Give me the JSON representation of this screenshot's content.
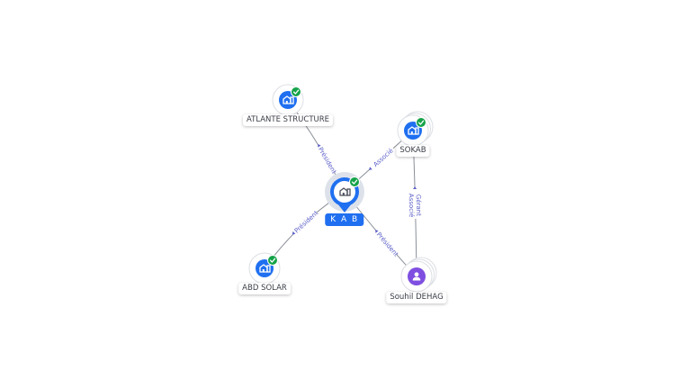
{
  "colors": {
    "company": "#1f6ff0",
    "person": "#7e4fe0",
    "check": "#16a34a",
    "edge": "#8a8f99",
    "edge_label": "#5b5fc7"
  },
  "nodes": [
    {
      "id": "kab",
      "label": "K A B",
      "kind": "company",
      "main": true,
      "verified": true,
      "icon": "building-icon"
    },
    {
      "id": "atlante",
      "label": "ATLANTE STRUCTURE",
      "kind": "company",
      "verified": true,
      "icon": "building-icon"
    },
    {
      "id": "sokab",
      "label": "SOKAB",
      "kind": "company",
      "verified": true,
      "stacked": true,
      "icon": "building-icon"
    },
    {
      "id": "abd",
      "label": "ABD SOLAR",
      "kind": "company",
      "verified": true,
      "icon": "building-icon"
    },
    {
      "id": "souhil",
      "label": "Souhil DEHAG",
      "kind": "person",
      "stacked": true,
      "icon": "person-icon"
    }
  ],
  "edges": [
    {
      "from": "kab",
      "to": "atlante",
      "labels": [
        "Président"
      ]
    },
    {
      "from": "kab",
      "to": "sokab",
      "labels": [
        "Associé"
      ]
    },
    {
      "from": "kab",
      "to": "abd",
      "labels": [
        "Président"
      ]
    },
    {
      "from": "kab",
      "to": "souhil",
      "labels": [
        "Président"
      ]
    },
    {
      "from": "sokab",
      "to": "souhil",
      "labels": [
        "Gérant",
        "Associé"
      ]
    }
  ]
}
